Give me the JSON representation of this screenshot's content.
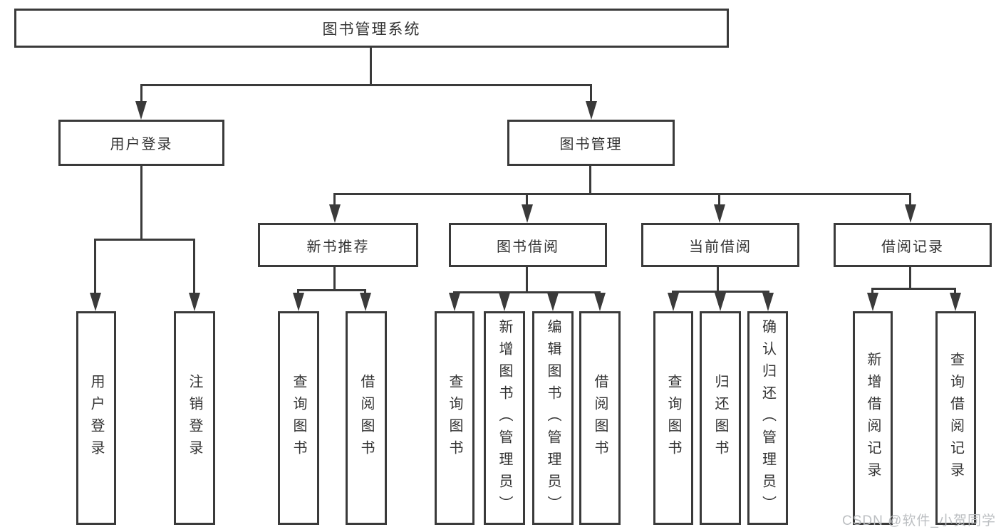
{
  "diagram": {
    "title": "图书管理系统",
    "colors": {
      "line": "#3a3a3a",
      "text": "#333333",
      "background": "#ffffff",
      "watermark": "#b9bcbf"
    },
    "nodes": {
      "root": {
        "label": "图书管理系统"
      },
      "l2": [
        {
          "label": "用户登录"
        },
        {
          "label": "图书管理"
        }
      ],
      "l3": [
        {
          "label": "新书推荐"
        },
        {
          "label": "图书借阅"
        },
        {
          "label": "当前借阅"
        },
        {
          "label": "借阅记录"
        }
      ],
      "leaves": [
        {
          "label": "用户登录"
        },
        {
          "label": "注销登录"
        },
        {
          "label": "查询图书"
        },
        {
          "label": "借阅图书"
        },
        {
          "label": "查询图书"
        },
        {
          "label": "新增图书（管理员）"
        },
        {
          "label": "编辑图书（管理员）"
        },
        {
          "label": "借阅图书"
        },
        {
          "label": "查询图书"
        },
        {
          "label": "归还图书"
        },
        {
          "label": "确认归还（管理员）"
        },
        {
          "label": "新增借阅记录"
        },
        {
          "label": "查询借阅记录"
        }
      ]
    },
    "watermark": "CSDN @软件_小贺同学"
  }
}
